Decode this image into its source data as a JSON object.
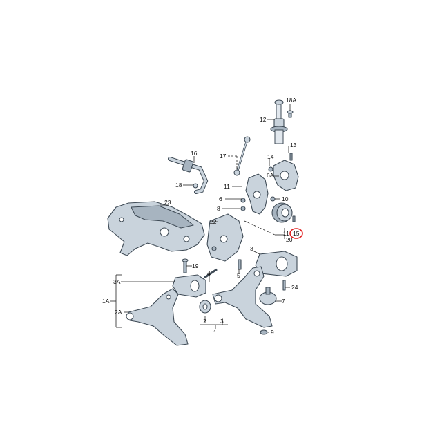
{
  "callouts": {
    "c18A": "18A",
    "c12": "12",
    "c13": "13",
    "c14": "14",
    "c6A": "6A",
    "c16": "16",
    "c17": "17",
    "c18": "18",
    "c11a": "11",
    "c6": "6",
    "c10": "10",
    "c8": "8",
    "c23": "23",
    "c22": "22",
    "c11b": "11",
    "c15": "15",
    "c20": "20",
    "c3a": "3",
    "c19": "19",
    "c4": "4",
    "c5": "5",
    "c24": "24",
    "c3A": "3A",
    "c7": "7",
    "c1A": "1A",
    "c2A": "2A",
    "c2": "2",
    "c3b": "3",
    "c1": "1",
    "c9": "9"
  },
  "highlight": {
    "color": "#e02020",
    "target": "15"
  }
}
